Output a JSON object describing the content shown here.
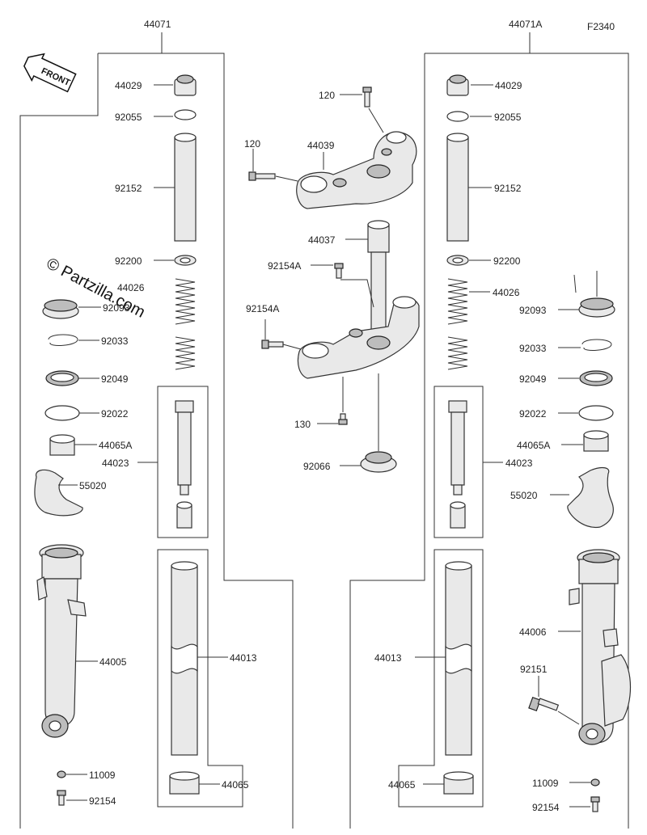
{
  "figure_code": "F2340",
  "watermark": "© Partzilla.com",
  "front_arrow_label": "FRONT",
  "left_assembly": {
    "assembly": "44071",
    "labels": {
      "cap": "44029",
      "oring": "92055",
      "spacer": "92152",
      "washer": "92200",
      "spring": "44026",
      "seal": "92093",
      "clip": "92033",
      "seal2": "92049",
      "washer2": "92022",
      "bush": "44065A",
      "cylinder": "44023",
      "guard": "55020",
      "outer_tube": "44005",
      "inner_tube": "44013",
      "bush2": "44065",
      "gasket": "11009",
      "bolt": "92154"
    }
  },
  "right_assembly": {
    "assembly": "44071A",
    "labels": {
      "cap": "44029",
      "oring": "92055",
      "spacer": "92152",
      "washer": "92200",
      "spring": "44026",
      "seal": "92093",
      "clip": "92033",
      "seal2": "92049",
      "washer2": "92022",
      "bush": "44065A",
      "cylinder": "44023",
      "guard": "55020",
      "outer_tube": "44006",
      "axle_bolt": "92151",
      "inner_tube": "44013",
      "bush2": "44065",
      "gasket": "11009",
      "bolt": "92154"
    }
  },
  "center": {
    "bolt_top": "120",
    "bolt_left": "120",
    "upper_bracket": "44039",
    "stem": "44037",
    "stem_bolt_a": "92154A",
    "stem_bolt_b": "92154A",
    "stem_bolt_c": "130",
    "bearing": "92066"
  }
}
